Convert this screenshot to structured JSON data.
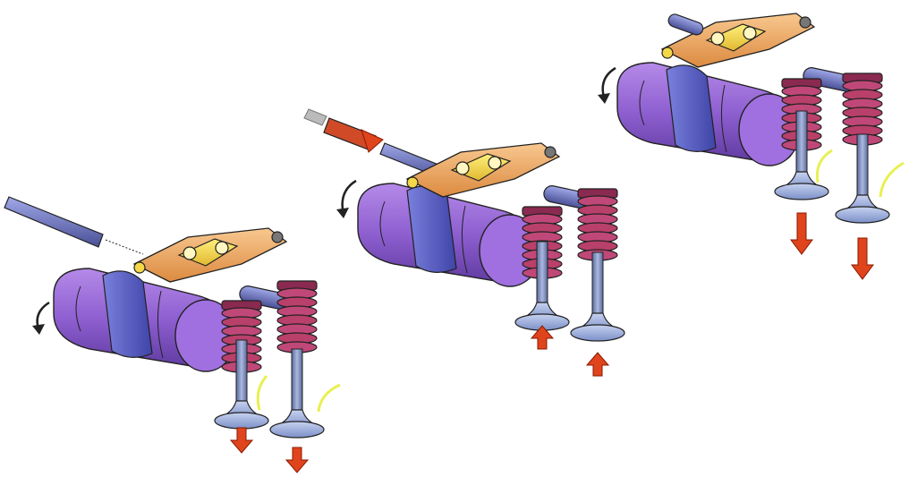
{
  "figure": {
    "panels": [
      {
        "id": "panel-low-speed",
        "control_shaft": "pulled-out",
        "valve_motion": "open"
      },
      {
        "id": "panel-switching",
        "control_shaft": "moving-in",
        "valve_motion": "close"
      },
      {
        "id": "panel-high-speed",
        "control_shaft": "pushed-in",
        "valve_motion": "open"
      }
    ],
    "icons": [
      "camshaft-icon",
      "rocker-arm-icon",
      "valve-spring-icon",
      "poppet-valve-icon",
      "rotation-arrow-icon",
      "direction-arrow-icon"
    ]
  },
  "colors": {
    "camshaft": "#8e5fd0",
    "cam_lobe": "#5a5ec8",
    "rocker": "#f0a860",
    "rocker_mid": "#f3d84a",
    "spring": "#b8406a",
    "valve": "#9aaedb",
    "arrow": "#e0441c",
    "rod": "#6a72b8",
    "nut": "#555555",
    "flow": "#e8f050"
  }
}
